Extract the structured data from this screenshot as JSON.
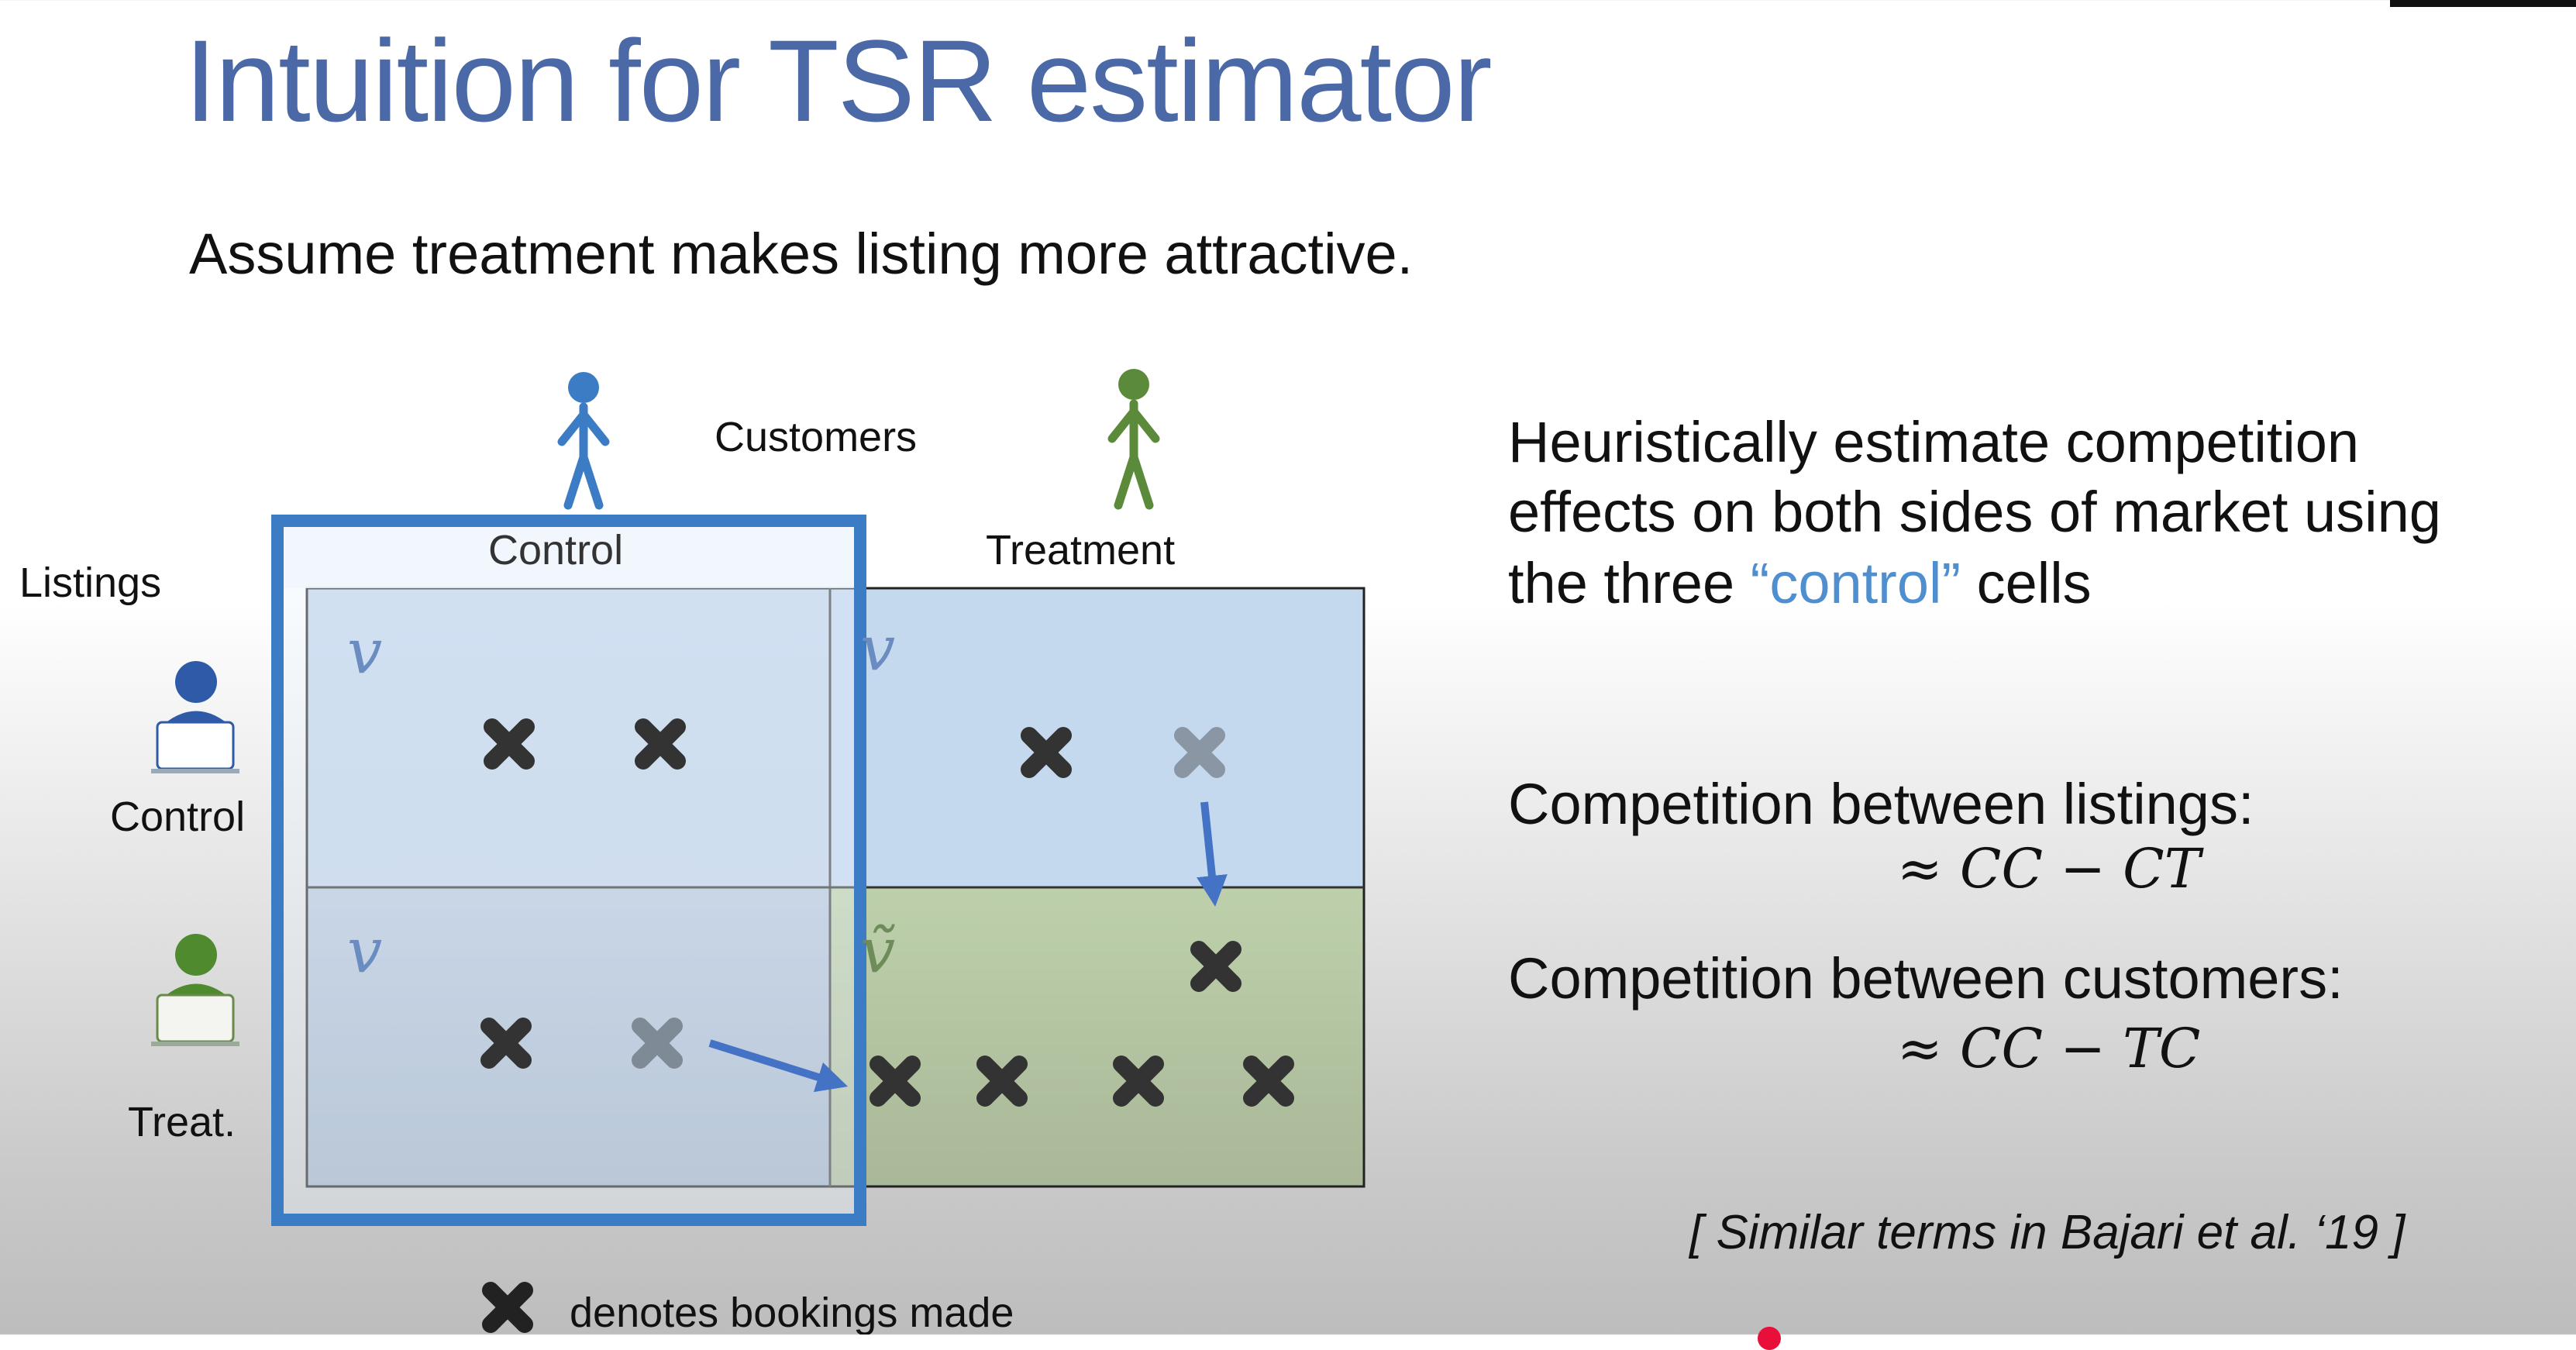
{
  "slide": {
    "title": "Intuition for TSR estimator",
    "subtitle": "Assume treatment makes listing more attractive.",
    "diagram": {
      "customers_label": "Customers",
      "customer_control_label": "Control",
      "customer_treatment_label": "Treatment",
      "listings_label": "Listings",
      "listing_control_label": "Control",
      "listing_treatment_label": "Treat.",
      "cell_value_label": "v",
      "cell_value_tilde_label": "ṽ",
      "legend_text": "denotes bookings made"
    },
    "right_text": {
      "line1": "Heuristically estimate competition",
      "line2": "effects on both sides of market using",
      "line3_pre": "the three ",
      "line3_highlight": "“control”",
      "line3_post": " cells",
      "listings_heading": "Competition between listings:",
      "listings_formula": "≈ CC − CT",
      "customers_heading": "Competition between customers:",
      "customers_formula": "≈ CC − TC",
      "citation": "[ Similar terms in Bajari et al. ‘19 ]"
    },
    "colors": {
      "title": "#4a69a6",
      "control": "#3b7cc4",
      "treatment": "#5b8a3a",
      "highlight": "#4f8fd0"
    }
  }
}
